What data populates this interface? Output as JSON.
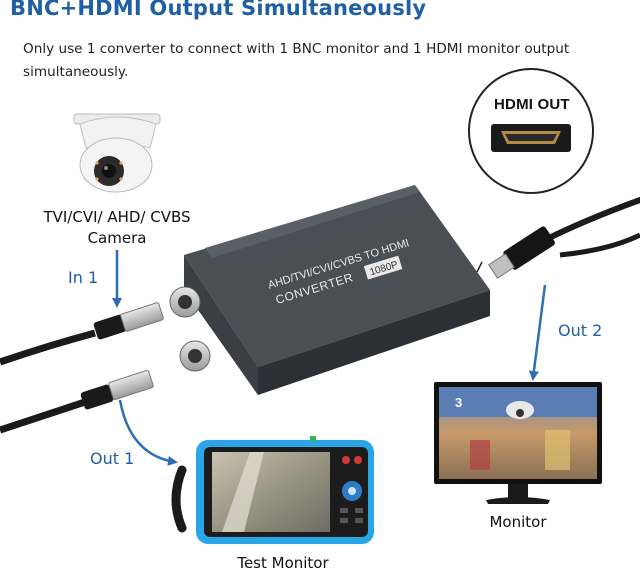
{
  "title": "BNC+HDMI Output Simultaneously",
  "description": "Only use 1 converter to connect with 1 BNC monitor and 1 HDMI monitor output simultaneously.",
  "labels": {
    "camera_line1": "TVI/CVI/ AHD/ CVBS",
    "camera_line2": "Camera",
    "in1": "In 1",
    "out1": "Out 1",
    "out2": "Out 2",
    "test_monitor": "Test Monitor",
    "monitor": "Monitor",
    "hdmi_out": "HDMI OUT"
  },
  "device": {
    "model_text": "AHD/TVI/CVI/CVBS TO HDMI",
    "name": "CONVERTER",
    "badge": "1080P"
  },
  "colors": {
    "title_blue": "#1f5fa3",
    "arrow_blue": "#2e6fb3",
    "device_body": "#3a3d42",
    "tester_blue": "#2aa6e8"
  }
}
